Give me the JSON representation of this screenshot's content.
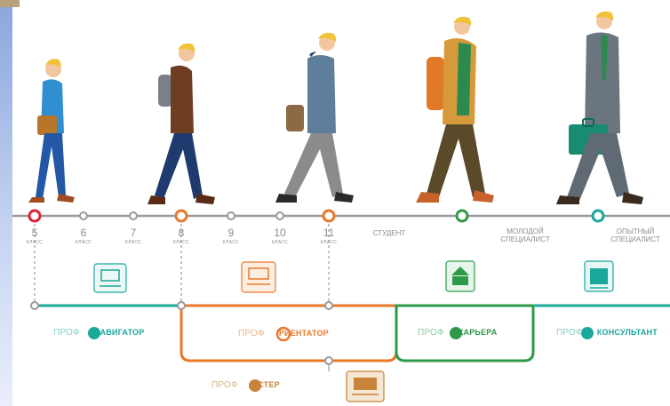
{
  "timeline": {
    "stages": [
      {
        "num": "5",
        "sub": "КЛАСС",
        "text": ""
      },
      {
        "num": "6",
        "sub": "КЛАСС",
        "text": ""
      },
      {
        "num": "7",
        "sub": "КЛАСС",
        "text": ""
      },
      {
        "num": "8",
        "sub": "КЛАСС",
        "text": ""
      },
      {
        "num": "9",
        "sub": "КЛАСС",
        "text": ""
      },
      {
        "num": "10",
        "sub": "КЛАСС",
        "text": ""
      },
      {
        "num": "11",
        "sub": "КЛАСС",
        "text": ""
      },
      {
        "num": "",
        "sub": "",
        "text": "СТУДЕНТ"
      },
      {
        "num": "",
        "sub": "",
        "text": "МОЛОДОЙ СПЕЦИАЛИСТ"
      },
      {
        "num": "",
        "sub": "",
        "text": "ОПЫТНЫЙ СПЕЦИАЛИСТ"
      }
    ]
  },
  "programs": {
    "navigator": {
      "prefix": "ПРОФ",
      "name": "НАВИГАТОР",
      "color": "#1aa89a"
    },
    "orientator": {
      "prefix": "ПРОФ",
      "name": "РИЕНТАТОР",
      "color": "#e8782a"
    },
    "karera": {
      "prefix": "ПРОФ",
      "name": "КАРЬЕРА",
      "color": "#2e9a48"
    },
    "konsultant": {
      "prefix": "ПРОФ",
      "name": "КОНСУЛЬТАНТ",
      "color": "#1aa89a"
    },
    "master": {
      "prefix": "ПРОФ",
      "name": "АСТЕР",
      "color": "#c7843a"
    }
  },
  "colors": {
    "timeline": "#9a9a9a",
    "red": "#d7273a",
    "orange": "#e8782a",
    "green": "#2e9a48",
    "teal": "#1aa89a"
  }
}
